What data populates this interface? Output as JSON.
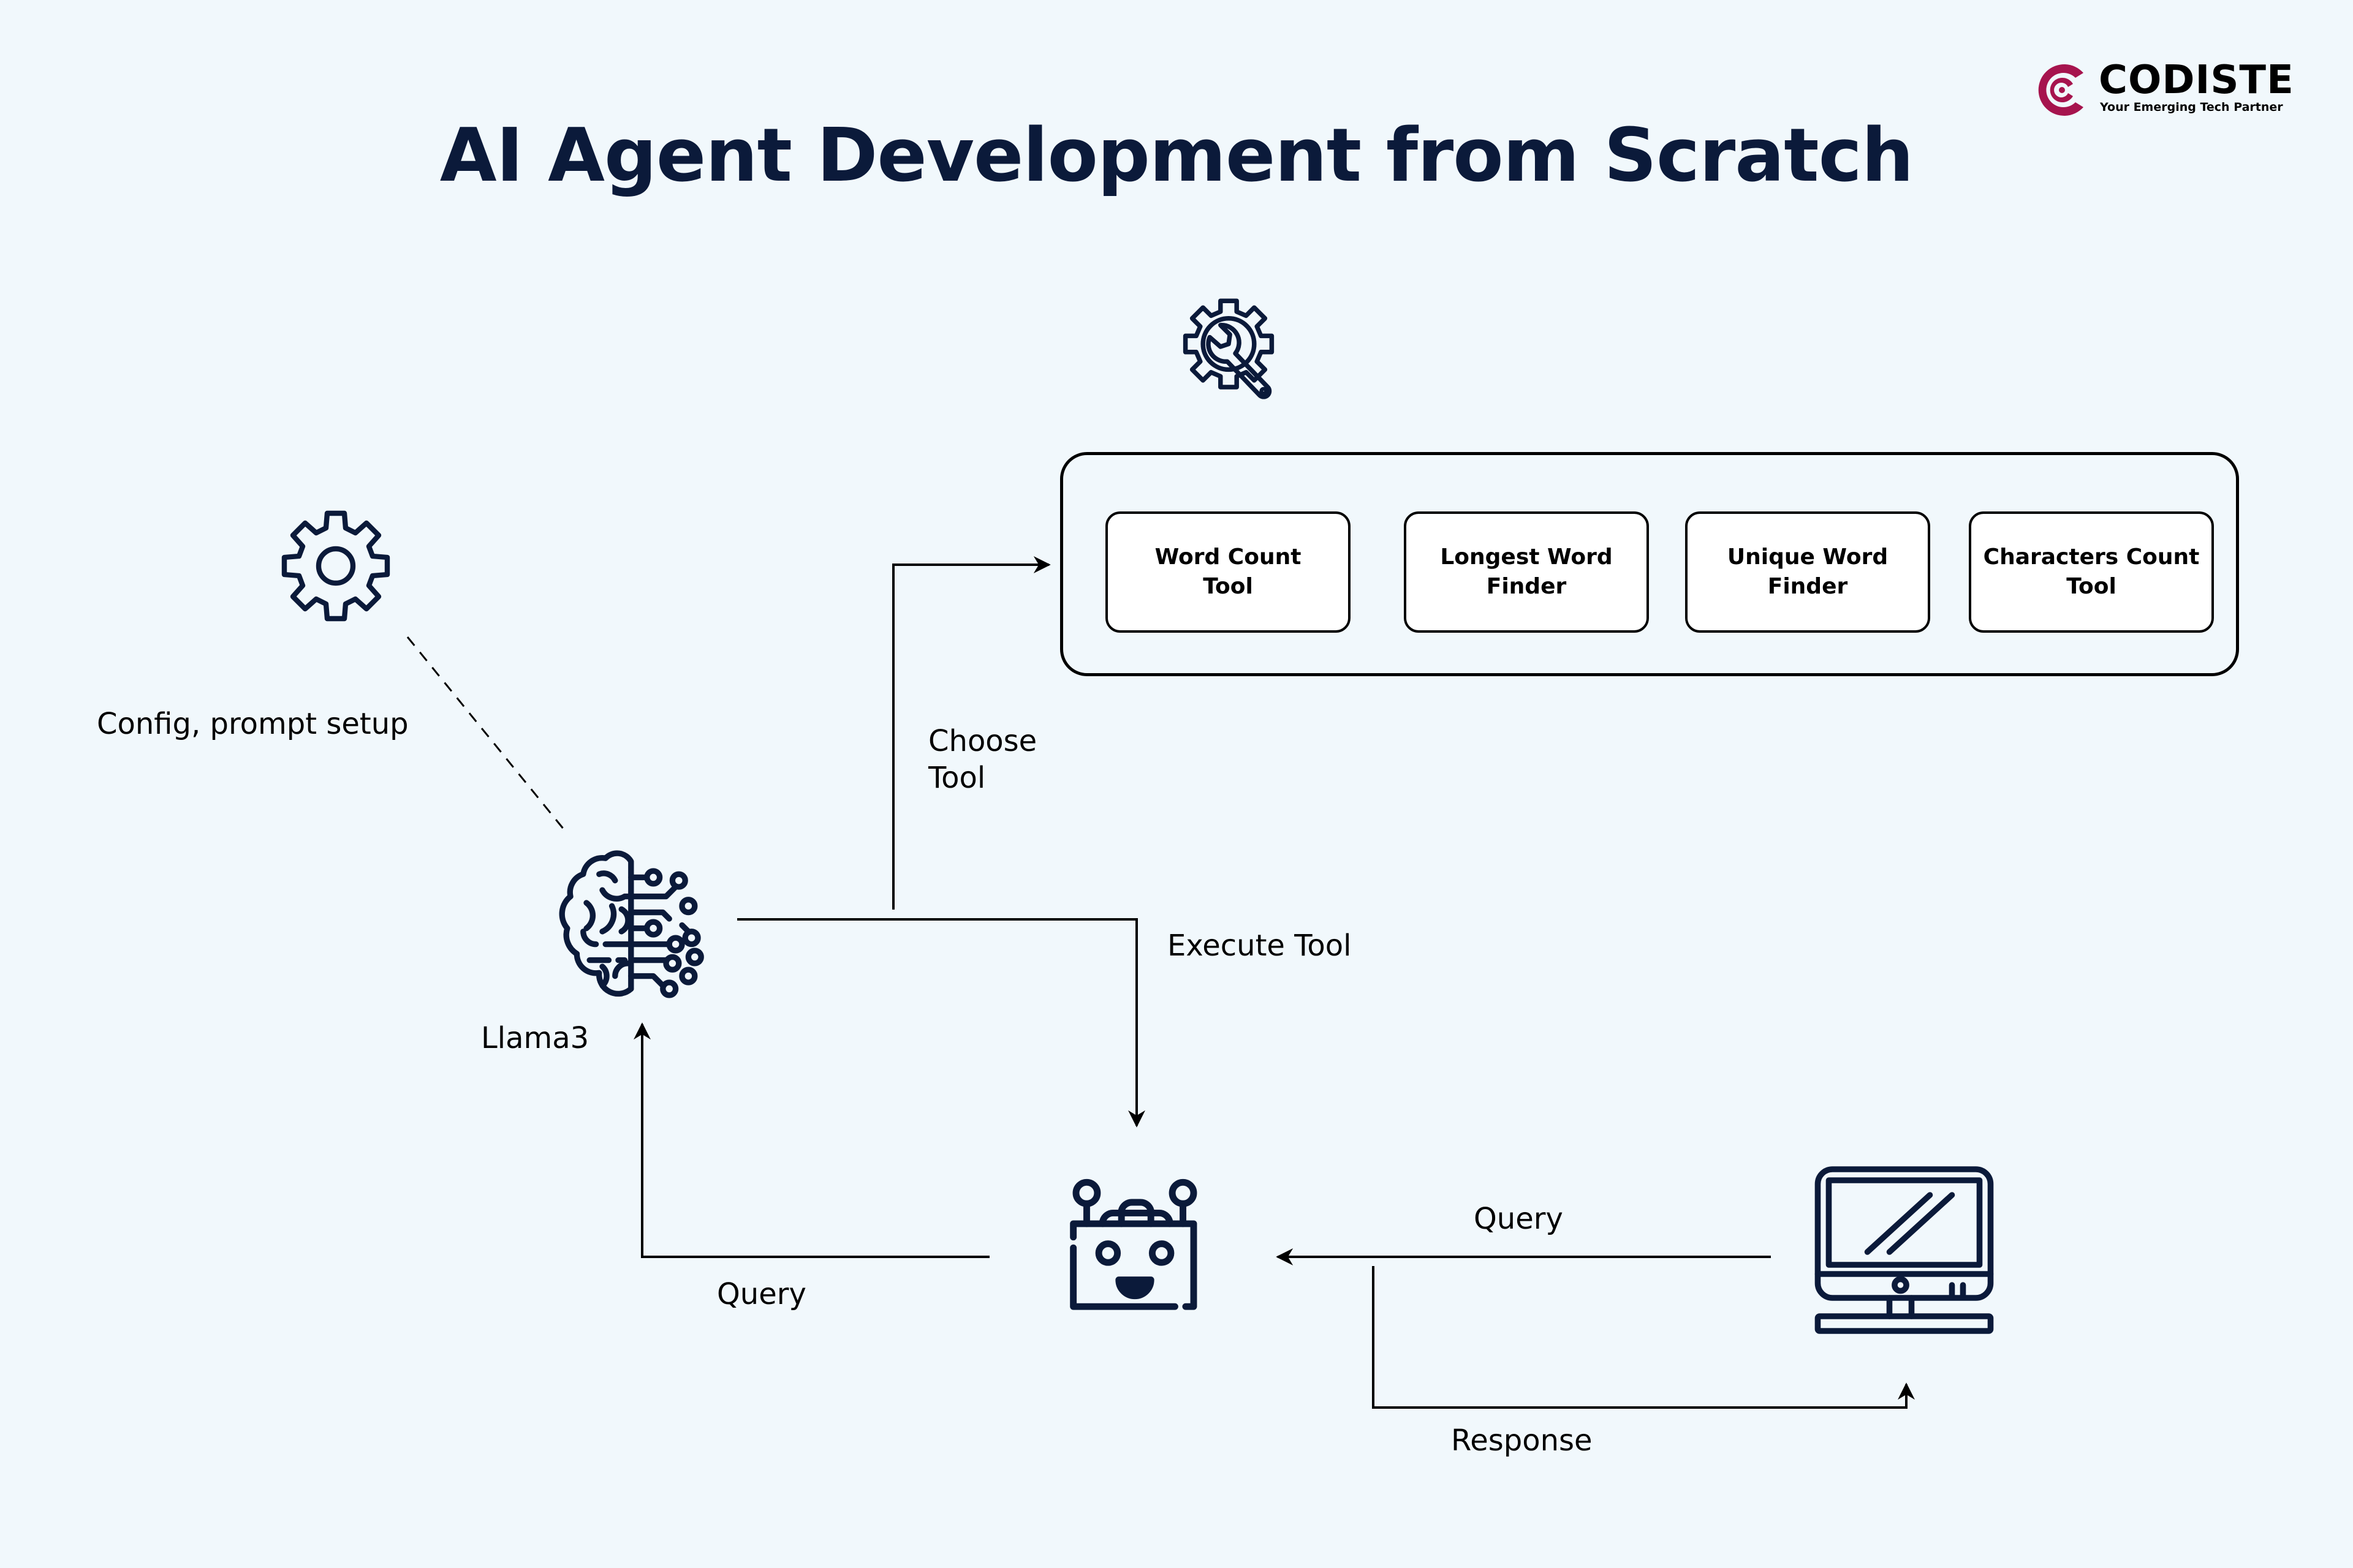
{
  "title": "AI Agent Development from Scratch",
  "logo": {
    "name": "CODISTE",
    "tagline": "Your Emerging Tech Partner",
    "brand_color": "#a6144e"
  },
  "colors": {
    "background": "#f1f8fc",
    "icon": "#0b1a3a",
    "line": "#000000",
    "tool_box_fill": "#ffffff"
  },
  "icons": {
    "tools": "gear-wrench-icon",
    "config": "gear-icon",
    "llm": "brain-circuit-icon",
    "agent": "robot-icon",
    "user": "desktop-computer-icon"
  },
  "tools": [
    {
      "label": "Word Count\nTool"
    },
    {
      "label": "Longest Word\nFinder"
    },
    {
      "label": "Unique Word\nFinder"
    },
    {
      "label": "Characters Count\nTool"
    }
  ],
  "labels": {
    "config": "Config, prompt setup",
    "llm": "Llama3",
    "choose_tool_line1": "Choose",
    "choose_tool_line2": "Tool",
    "execute_tool": "Execute Tool",
    "query_left": "Query",
    "query_right": "Query",
    "response": "Response"
  }
}
